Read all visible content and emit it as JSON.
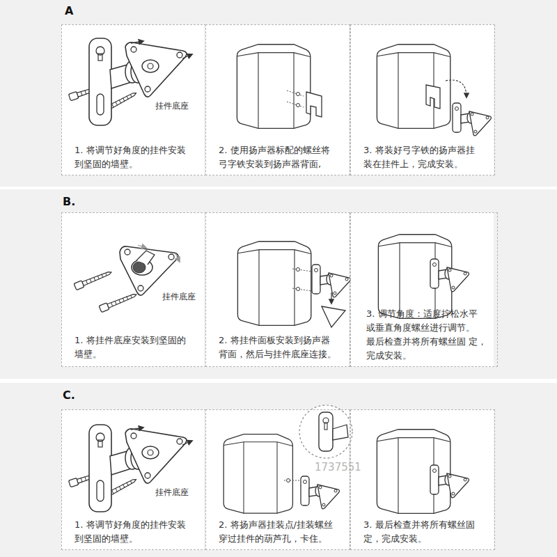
{
  "diagram": {
    "nodes": [
      {
        "text": [
          "A"
        ]
      },
      {
        "text": [
          "挂件底座",
          "1. 将调节好角度的挂件安装 到坚固的墙壁。"
        ],
        "in": 0
      },
      {
        "text": [
          "2. 使用扬声器标配的螺丝将 弓字铁安装到扬声器背面,"
        ],
        "in": 0
      },
      {
        "text": [
          "3. 将装好弓字铁的扬声器挂 装在挂件上，完成安装。"
        ],
        "in": 0
      },
      {
        "text": [
          "B."
        ]
      },
      {
        "text": [
          "挂件底座",
          "1. 将挂件底座安装到坚固的 墙壁。"
        ],
        "in": 4
      },
      {
        "text": [
          "2. 将挂件面板安装到扬声器 背面，然后与挂件底座连接。"
        ],
        "in": 4
      },
      {
        "text": [
          "3. 调节角度：适度拧松水平 或垂直角度螺丝进行调节。 最后检查并将所有螺丝固 定，完成安装。"
        ],
        "in": 4
      },
      {
        "text": [
          "C."
        ]
      },
      {
        "text": [
          "挂件底座",
          "1. 将调节好角度的挂件安装 到坚固的墙壁。"
        ],
        "in": 8
      },
      {
        "text": [
          "2. 将扬声器挂装点/挂装螺丝 穿过挂件的葫芦孔，卡住。"
        ],
        "in": 8
      },
      {
        "text": [
          "3. 最后检查并将所有螺丝固 定，完成安装。"
        ],
        "in": 8
      }
    ],
    "labels": [
      "1737551"
    ]
  }
}
